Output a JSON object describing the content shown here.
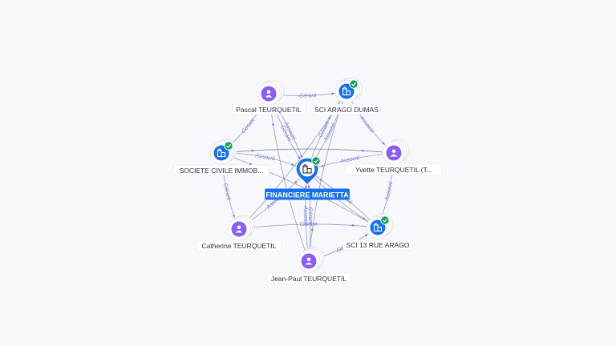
{
  "graph": {
    "center": {
      "id": "c",
      "label": "FINANCIERE MARIETTA",
      "kind": "company",
      "verified": true,
      "icon": "building-icon"
    },
    "nodes": [
      {
        "id": "pascal",
        "label": "Pascal TEURQUETIL",
        "kind": "person",
        "icon": "person-icon"
      },
      {
        "id": "arago_dumas",
        "label": "SCI ARAGO DUMAS",
        "kind": "company",
        "verified": true,
        "icon": "building-icon"
      },
      {
        "id": "yvette",
        "label": "Yvette TEURQUETIL (T...",
        "kind": "person",
        "icon": "person-icon"
      },
      {
        "id": "sci13",
        "label": "SCI 13 RUE ARAGO",
        "kind": "company",
        "verified": true,
        "icon": "building-icon"
      },
      {
        "id": "jeanpaul",
        "label": "Jean-Paul TEURQUETIL",
        "kind": "person",
        "icon": "person-icon"
      },
      {
        "id": "catherine",
        "label": "Catherine TEURQUETIL",
        "kind": "person",
        "icon": "person-icon"
      },
      {
        "id": "sci_immob",
        "label": "SOCIETE CIVILE IMMOB...",
        "kind": "company",
        "verified": true,
        "icon": "building-icon"
      }
    ],
    "edges": [
      {
        "from": "pascal",
        "to": "arago_dumas",
        "label": "Gérant"
      },
      {
        "from": "pascal",
        "to": "sci_immob",
        "label": "Gérant"
      },
      {
        "from": "pascal",
        "to": "c",
        "label": "Gérant"
      },
      {
        "from": "pascal",
        "to": "c",
        "label": "Associé"
      },
      {
        "from": "arago_dumas",
        "to": "yvette",
        "label": "Associé"
      },
      {
        "from": "arago_dumas",
        "to": "c",
        "label": "Associé"
      },
      {
        "from": "arago_dumas",
        "to": "jeanpaul",
        "label": ""
      },
      {
        "from": "yvette",
        "to": "c",
        "label": "Associé"
      },
      {
        "from": "yvette",
        "to": "sci13",
        "label": "Associé"
      },
      {
        "from": "yvette",
        "to": "sci_immob",
        "label": ""
      },
      {
        "from": "sci_immob",
        "to": "c",
        "label": "Associé"
      },
      {
        "from": "sci_immob",
        "to": "catherine",
        "label": "Gérant"
      },
      {
        "from": "sci_immob",
        "to": "yvette",
        "label": ""
      },
      {
        "from": "catherine",
        "to": "c",
        "label": "Associé"
      },
      {
        "from": "catherine",
        "to": "sci13",
        "label": "Gérant"
      },
      {
        "from": "catherine",
        "to": "arago_dumas",
        "label": ""
      },
      {
        "from": "jeanpaul",
        "to": "c",
        "label": "Gérant"
      },
      {
        "from": "jeanpaul",
        "to": "c",
        "label": "Associé"
      },
      {
        "from": "jeanpaul",
        "to": "sci13",
        "label": "Gérant"
      },
      {
        "from": "jeanpaul",
        "to": "pascal",
        "label": ""
      },
      {
        "from": "sci13",
        "to": "c",
        "label": "Associé"
      },
      {
        "from": "sci13",
        "to": "sci_immob",
        "label": ""
      },
      {
        "from": "c",
        "to": "arago_dumas",
        "label": "Gérant"
      },
      {
        "from": "c",
        "to": "sci13",
        "label": ""
      }
    ]
  },
  "colors": {
    "person": "#8b5cf6",
    "company": "#1570ef",
    "verified": "#14a35c",
    "edge": "#7c7fa6",
    "edge_label": "#7a7de0"
  }
}
